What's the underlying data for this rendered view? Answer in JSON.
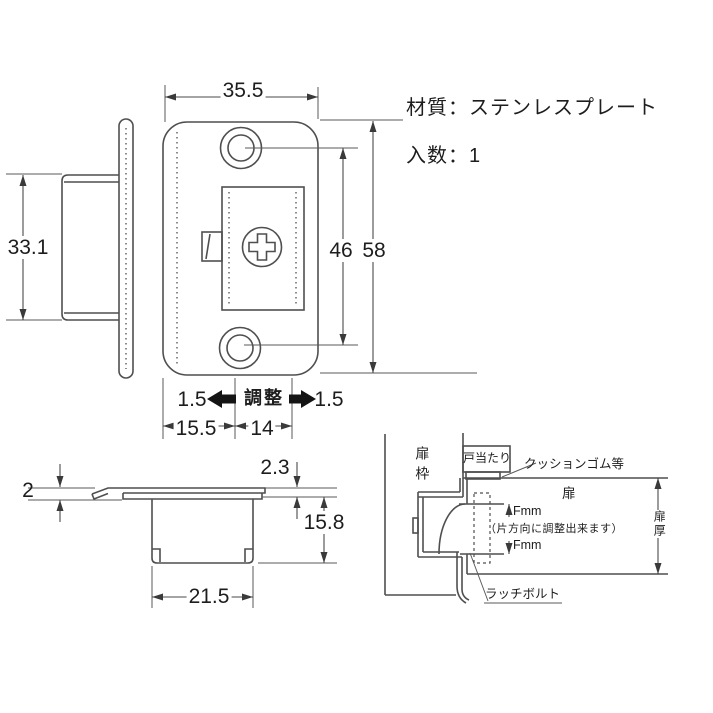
{
  "colors": {
    "background": "#ffffff",
    "line": "#4f4f4f",
    "text": "#1d1d1d",
    "thick_arrow": "#141414"
  },
  "info": {
    "material": "材質：ステンレスプレート",
    "quantity": "入数：1"
  },
  "front_view": {
    "plate_width": "35.5",
    "box_height": "33.1",
    "hole_pitch": "46",
    "plate_height": "58",
    "adjust_left": "1.5",
    "adjust_label": "調整",
    "adjust_right": "1.5",
    "edge_offset": "15.5",
    "slot_width": "14"
  },
  "section_view": {
    "lip_thickness": "2",
    "plate_thickness": "2.3",
    "box_depth": "15.8",
    "box_width": "21.5"
  },
  "installation": {
    "door_frame": "扉枠",
    "door_stop": "戸当たり",
    "cushion": "クッションゴム等",
    "door": "扉",
    "adjust_up": "Fmm",
    "adjust_note": "（片方向に調整出来ます）",
    "adjust_down": "Fmm",
    "door_thickness": "扉厚",
    "latch_bolt": "ラッチボルト"
  }
}
